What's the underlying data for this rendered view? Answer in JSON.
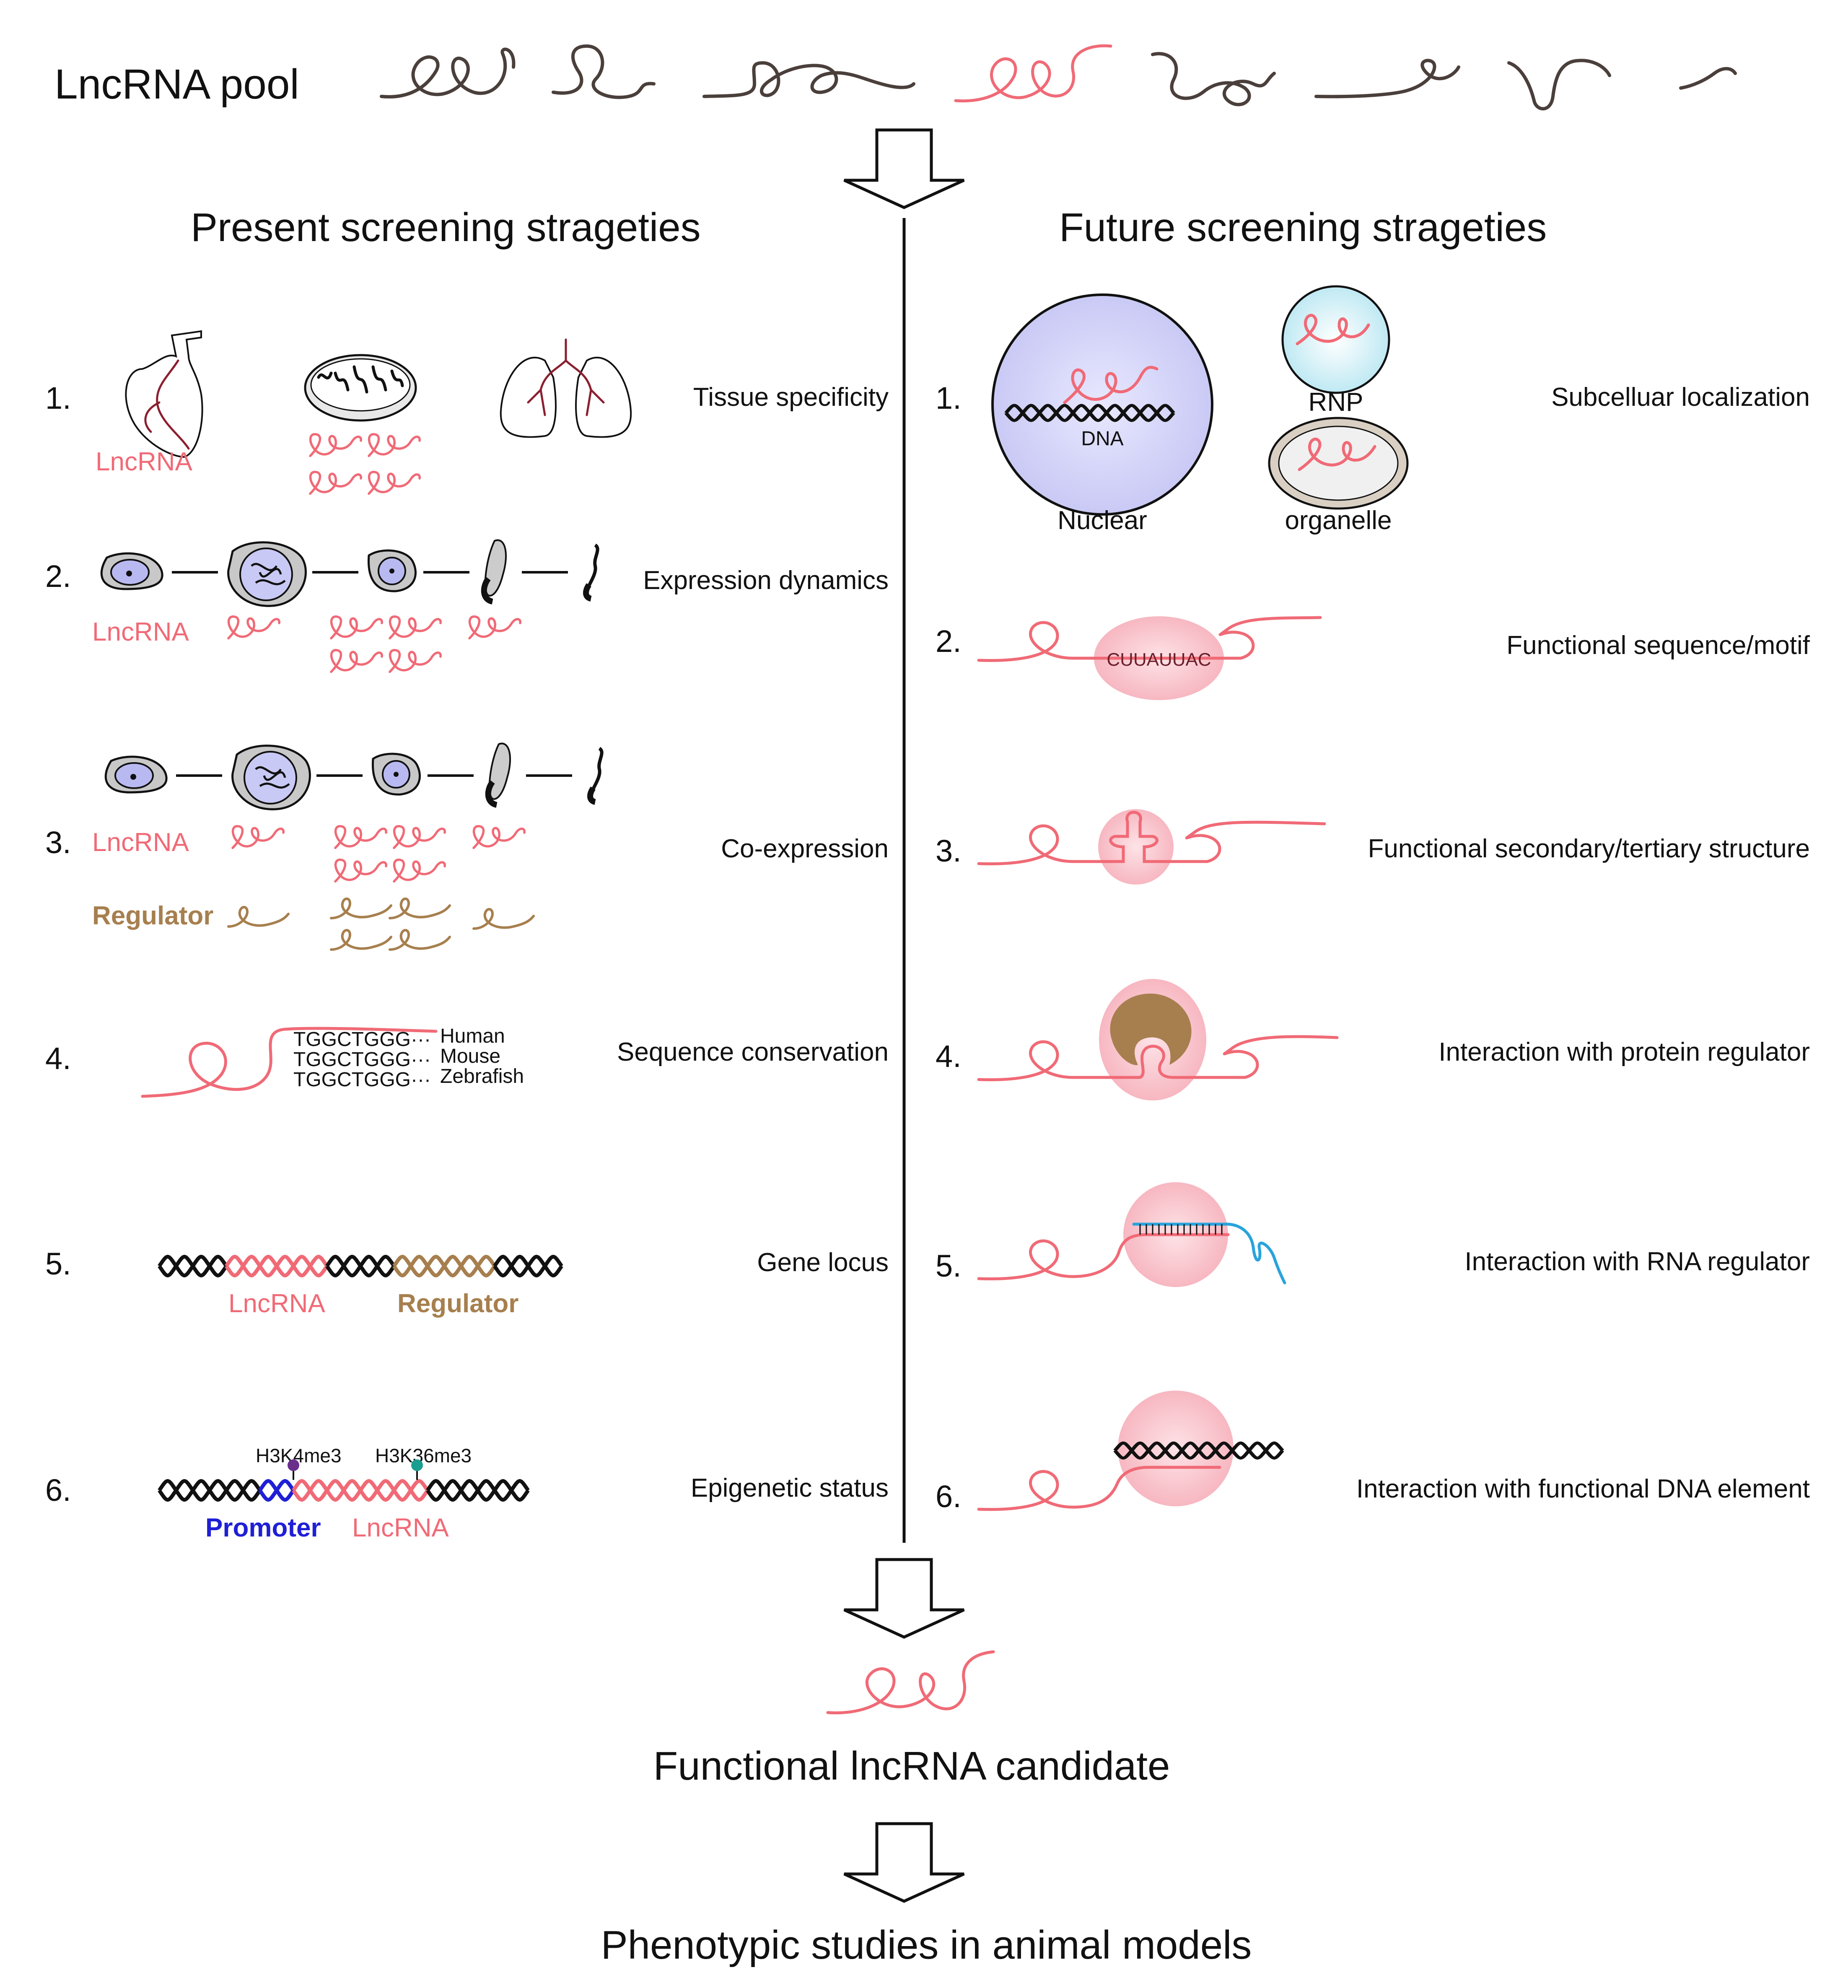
{
  "top": {
    "pool_label": "LncRNA pool"
  },
  "present": {
    "heading": "Present  screening strageties",
    "items": [
      {
        "num": "1.",
        "label": "Tissue specificity",
        "tags": [
          "LncRNA"
        ]
      },
      {
        "num": "2.",
        "label": "Expression dynamics",
        "tags": [
          "LncRNA"
        ]
      },
      {
        "num": "3.",
        "label": "Co-expression",
        "tags": [
          "LncRNA",
          "Regulator"
        ]
      },
      {
        "num": "4.",
        "label": "Sequence conservation",
        "sequences": [
          {
            "seq": "TGGCTGGG···",
            "species": "Human"
          },
          {
            "seq": "TGGCTGGG···",
            "species": "Mouse"
          },
          {
            "seq": "TGGCTGGG···",
            "species": "Zebrafish"
          }
        ]
      },
      {
        "num": "5.",
        "label": "Gene locus",
        "tags": [
          "LncRNA",
          "Regulator"
        ]
      },
      {
        "num": "6.",
        "label": "Epigenetic status",
        "tags": [
          "Promoter",
          "LncRNA"
        ],
        "marks": [
          "H3K4me3",
          "H3K36me3"
        ]
      }
    ]
  },
  "future": {
    "heading": "Future  screening strageties",
    "items": [
      {
        "num": "1.",
        "label": "Subcelluar localization",
        "tags": [
          "DNA",
          "Nuclear",
          "RNP",
          "organelle"
        ]
      },
      {
        "num": "2.",
        "label": "Functional sequence/motif",
        "motif": "CUUAUUAC"
      },
      {
        "num": "3.",
        "label": "Functional  secondary/tertiary structure"
      },
      {
        "num": "4.",
        "label": "Interaction with protein regulator"
      },
      {
        "num": "5.",
        "label": "Interaction with RNA regulator"
      },
      {
        "num": "6.",
        "label": "Interaction with functional DNA element"
      }
    ]
  },
  "result": {
    "candidate": "Functional lncRNA candidate",
    "final": "Phenotypic studies in animal models"
  },
  "colors": {
    "lncrna": "#f06a76",
    "regulator": "#a77f4e",
    "promoter": "#1f1fd6",
    "nucleus": "#d8d8fa",
    "rna_regulator": "#2aa3dc"
  }
}
